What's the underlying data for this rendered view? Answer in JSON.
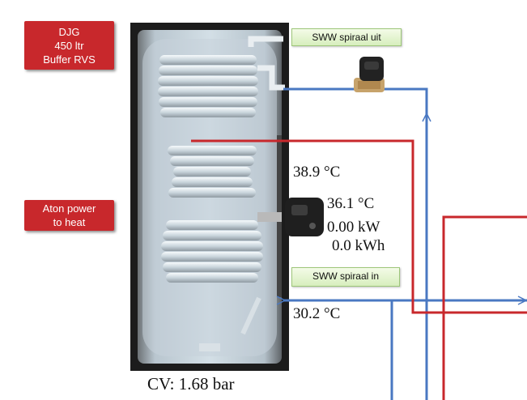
{
  "labels": {
    "buffer_line1": "DJG",
    "buffer_line2": "450 ltr",
    "buffer_line3": "Buffer RVS",
    "heater_line1": "Aton power",
    "heater_line2": "to heat",
    "coil_out": "SWW spiraal uit",
    "coil_in": "SWW spiraal in"
  },
  "readings": {
    "temp_upper": "38.9 °C",
    "temp_heater": "36.1 °C",
    "power": "0.00 kW",
    "energy": "0.0 kWh",
    "temp_lower": "30.2 °C",
    "pressure": "CV: 1.68 bar"
  },
  "colors": {
    "hot_pipe": "#c8282c",
    "cold_pipe": "#4a78c2",
    "label_red": "#c8282c",
    "label_green": "#d7eebd"
  }
}
